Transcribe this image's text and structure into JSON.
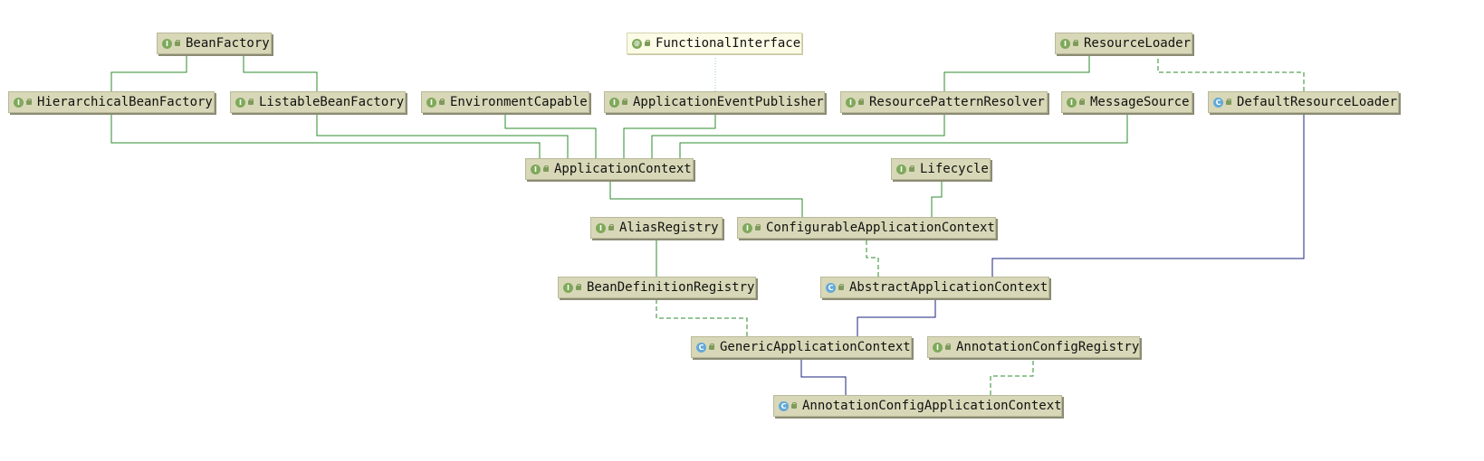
{
  "nodes": {
    "bean_factory": {
      "label": "BeanFactory",
      "kind": "interface"
    },
    "functional_interface": {
      "label": "FunctionalInterface",
      "kind": "annotation"
    },
    "resource_loader": {
      "label": "ResourceLoader",
      "kind": "interface"
    },
    "hierarchical_bean_factory": {
      "label": "HierarchicalBeanFactory",
      "kind": "interface"
    },
    "listable_bean_factory": {
      "label": "ListableBeanFactory",
      "kind": "interface"
    },
    "environment_capable": {
      "label": "EnvironmentCapable",
      "kind": "interface"
    },
    "application_event_publisher": {
      "label": "ApplicationEventPublisher",
      "kind": "interface"
    },
    "resource_pattern_resolver": {
      "label": "ResourcePatternResolver",
      "kind": "interface"
    },
    "message_source": {
      "label": "MessageSource",
      "kind": "interface"
    },
    "default_resource_loader": {
      "label": "DefaultResourceLoader",
      "kind": "class"
    },
    "application_context": {
      "label": "ApplicationContext",
      "kind": "interface"
    },
    "lifecycle": {
      "label": "Lifecycle",
      "kind": "interface"
    },
    "alias_registry": {
      "label": "AliasRegistry",
      "kind": "interface"
    },
    "configurable_application_context": {
      "label": "ConfigurableApplicationContext",
      "kind": "interface"
    },
    "bean_definition_registry": {
      "label": "BeanDefinitionRegistry",
      "kind": "interface"
    },
    "abstract_application_context": {
      "label": "AbstractApplicationContext",
      "kind": "class"
    },
    "generic_application_context": {
      "label": "GenericApplicationContext",
      "kind": "class"
    },
    "annotation_config_registry": {
      "label": "AnnotationConfigRegistry",
      "kind": "interface"
    },
    "annotation_config_application_context": {
      "label": "AnnotationConfigApplicationContext",
      "kind": "class"
    }
  },
  "relationships": [
    {
      "from": "hierarchical_bean_factory",
      "to": "bean_factory",
      "type": "extends"
    },
    {
      "from": "listable_bean_factory",
      "to": "bean_factory",
      "type": "extends"
    },
    {
      "from": "application_event_publisher",
      "to": "functional_interface",
      "type": "annotated-with"
    },
    {
      "from": "resource_pattern_resolver",
      "to": "resource_loader",
      "type": "extends"
    },
    {
      "from": "default_resource_loader",
      "to": "resource_loader",
      "type": "implements"
    },
    {
      "from": "application_context",
      "to": "hierarchical_bean_factory",
      "type": "extends"
    },
    {
      "from": "application_context",
      "to": "listable_bean_factory",
      "type": "extends"
    },
    {
      "from": "application_context",
      "to": "environment_capable",
      "type": "extends"
    },
    {
      "from": "application_context",
      "to": "application_event_publisher",
      "type": "extends"
    },
    {
      "from": "application_context",
      "to": "resource_pattern_resolver",
      "type": "extends"
    },
    {
      "from": "application_context",
      "to": "message_source",
      "type": "extends"
    },
    {
      "from": "configurable_application_context",
      "to": "application_context",
      "type": "extends"
    },
    {
      "from": "configurable_application_context",
      "to": "lifecycle",
      "type": "extends"
    },
    {
      "from": "bean_definition_registry",
      "to": "alias_registry",
      "type": "extends"
    },
    {
      "from": "abstract_application_context",
      "to": "configurable_application_context",
      "type": "implements"
    },
    {
      "from": "abstract_application_context",
      "to": "default_resource_loader",
      "type": "class-extends"
    },
    {
      "from": "generic_application_context",
      "to": "bean_definition_registry",
      "type": "implements"
    },
    {
      "from": "generic_application_context",
      "to": "abstract_application_context",
      "type": "class-extends"
    },
    {
      "from": "annotation_config_application_context",
      "to": "generic_application_context",
      "type": "class-extends"
    },
    {
      "from": "annotation_config_application_context",
      "to": "annotation_config_registry",
      "type": "implements"
    }
  ],
  "colors": {
    "interface_extends": "#2e8b2e",
    "implements": "#2e8b2e",
    "class_extends": "#1a237e",
    "annotation_link": "#9ccb9c",
    "node_fill": "#d8d8b8",
    "annotation_fill": "#fbfbe6",
    "interface_badge": "#7ea95a",
    "class_badge": "#63a9d8"
  }
}
